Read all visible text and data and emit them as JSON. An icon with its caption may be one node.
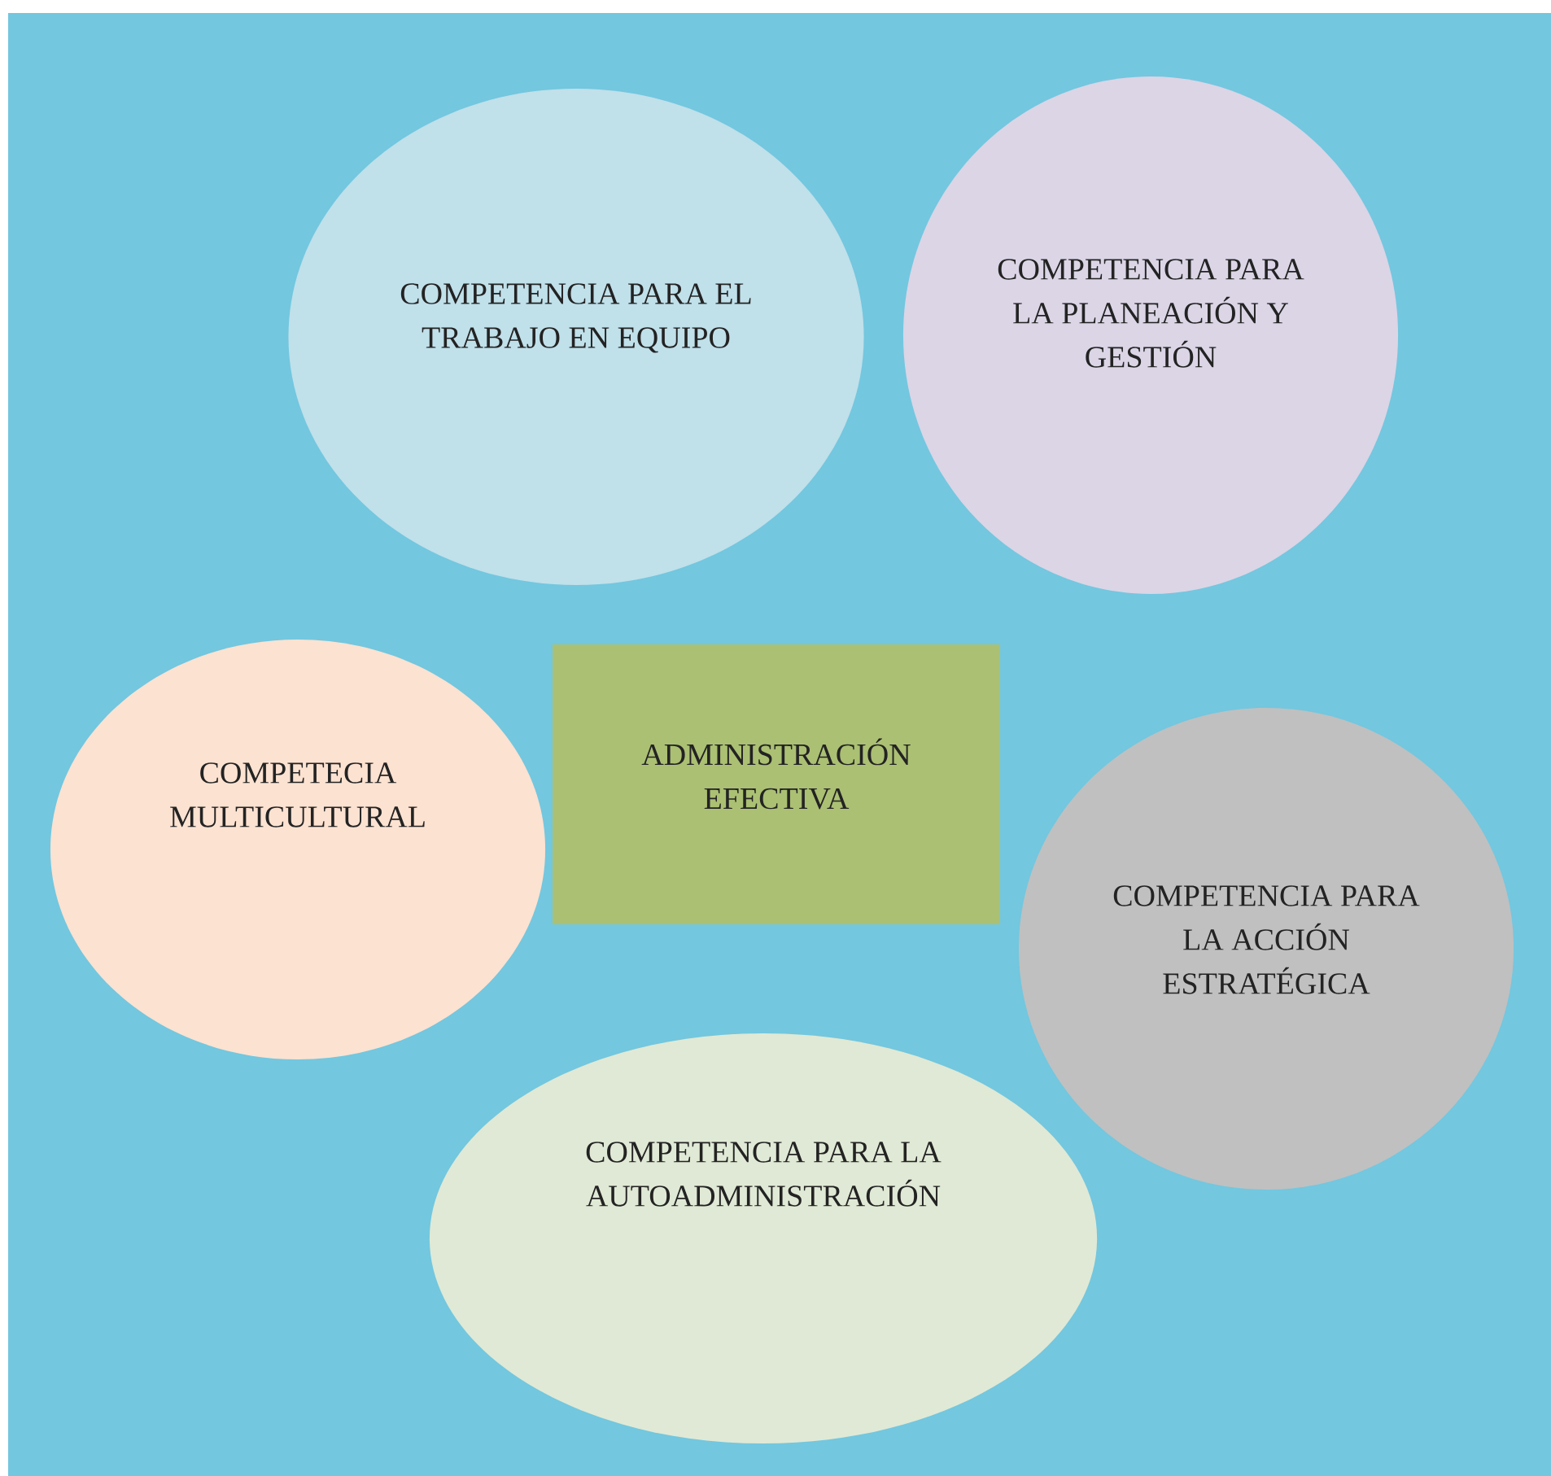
{
  "diagram": {
    "nodes": [
      {
        "text": [
          "COMPETENCIA PARA EL TRABAJO EN EQUIPO"
        ]
      },
      {
        "text": [
          "COMPETENCIA PARA LA PLANEACIÓN Y GESTIÓN"
        ]
      },
      {
        "text": [
          "ADMINISTRACIÓN EFECTIVA"
        ]
      },
      {
        "text": [
          "COMPETECIA MULTICULTURAL"
        ]
      },
      {
        "text": [
          "COMPETENCIA PARA LA ACCIÓN ESTRATÉGICA"
        ]
      },
      {
        "text": [
          "COMPETENCIA PARA LA AUTOADMINISTRACIÓN"
        ]
      }
    ]
  }
}
